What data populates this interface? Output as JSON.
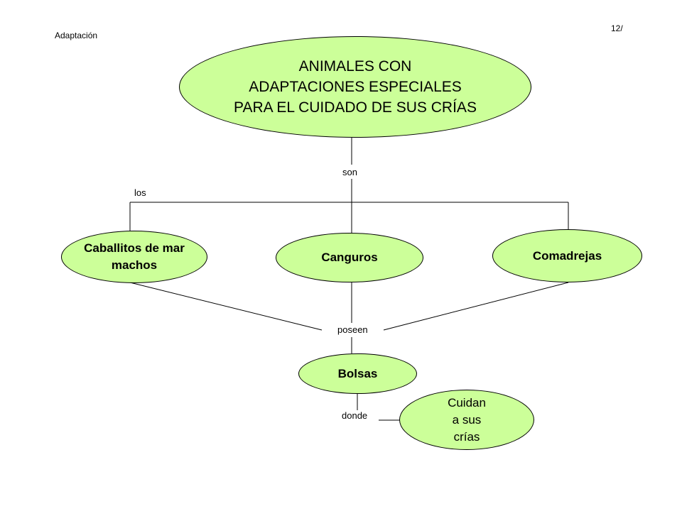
{
  "header": {
    "topic": "Adaptación",
    "page_number": "12/"
  },
  "colors": {
    "node_fill": "#ccff99",
    "line": "#000000"
  },
  "concept_map": {
    "root": "ANIMALES CON\nADAPTACIONES  ESPECIALES\nPARA EL CUIDADO DE SUS CRÍAS",
    "links": {
      "son": "son",
      "los": "los",
      "poseen": "poseen",
      "donde": "donde"
    },
    "animals": [
      "Caballitos de mar\nmachos",
      "Canguros",
      "Comadrejas"
    ],
    "bolsas": "Bolsas",
    "cuidan": "Cuidan\na sus\ncrías"
  }
}
